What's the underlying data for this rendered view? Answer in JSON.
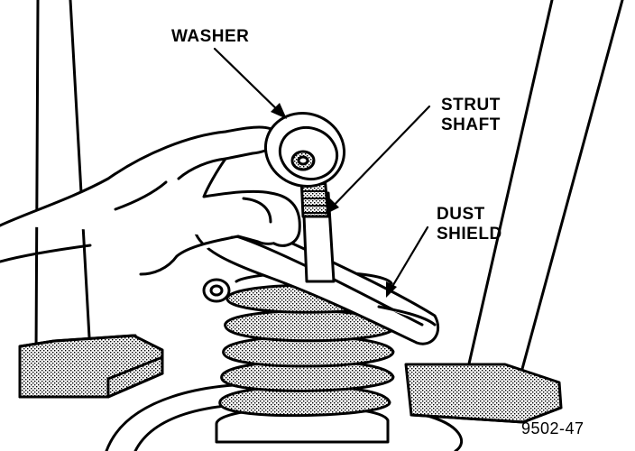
{
  "labels": {
    "washer": "WASHER",
    "strut_line1": "STRUT",
    "strut_line2": "SHAFT",
    "dust_line1": "DUST",
    "dust_line2": "SHIELD"
  },
  "figure_number": "9502-47",
  "colors": {
    "ink": "#000000",
    "paper": "#ffffff",
    "shade": "#9a9a9a"
  }
}
